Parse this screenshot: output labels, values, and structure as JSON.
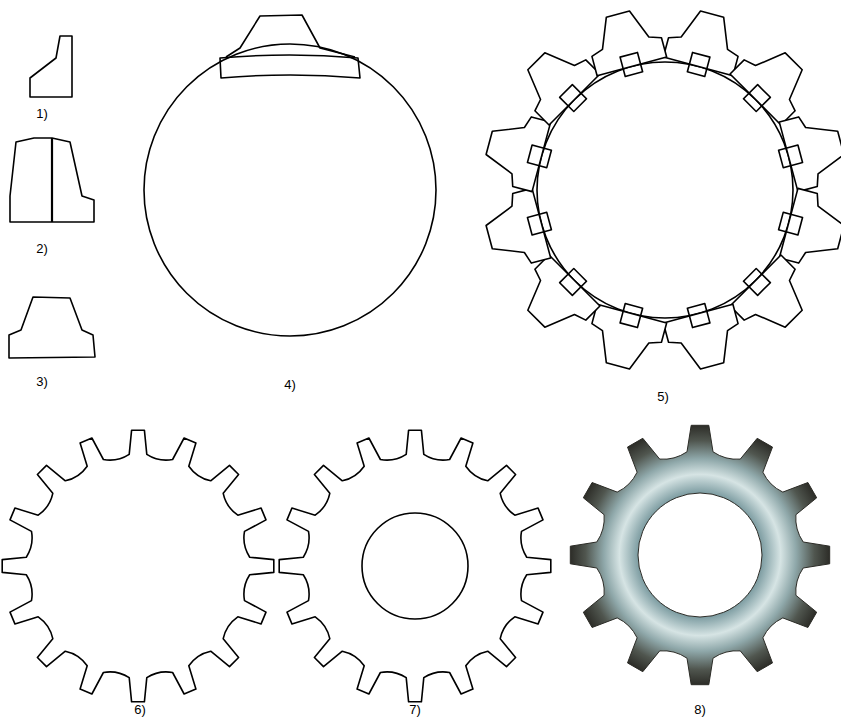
{
  "diagram": {
    "labels": [
      "1)",
      "2)",
      "3)",
      "4)",
      "5)",
      "6)",
      "7)",
      "8)"
    ]
  }
}
